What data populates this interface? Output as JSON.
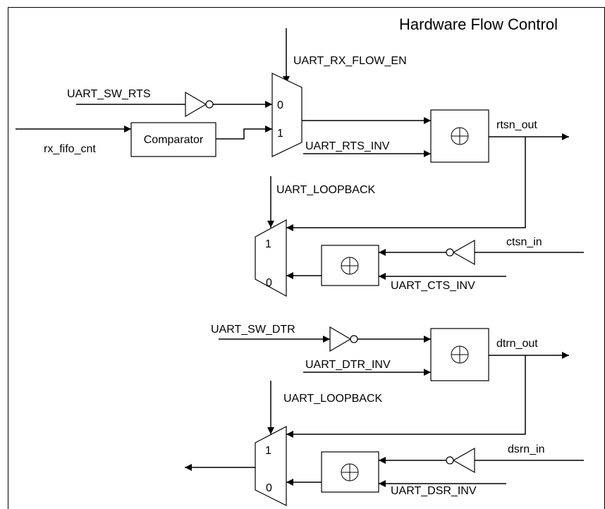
{
  "title": "Hardware Flow Control",
  "signals": {
    "uart_rx_flow_en": "UART_RX_FLOW_EN",
    "uart_sw_rts": "UART_SW_RTS",
    "rx_fifo_cnt": "rx_fifo_cnt",
    "comparator": "Comparator",
    "uart_rts_inv": "UART_RTS_INV",
    "rtsn_out": "rtsn_out",
    "uart_loopback_1": "UART_LOOPBACK",
    "ctsn_in": "ctsn_in",
    "uart_cts_inv": "UART_CTS_INV",
    "uart_sw_dtr": "UART_SW_DTR",
    "dtrn_out": "dtrn_out",
    "uart_dtr_inv": "UART_DTR_INV",
    "uart_loopback_2": "UART_LOOPBACK",
    "dsrn_in": "dsrn_in",
    "uart_dsr_inv": "UART_DSR_INV"
  },
  "mux_labels": {
    "rts_mux_in0": "0",
    "rts_mux_in1": "1",
    "cts_mux_in1": "1",
    "cts_mux_in0": "0",
    "dsr_mux_in1": "1",
    "dsr_mux_in0": "0"
  }
}
